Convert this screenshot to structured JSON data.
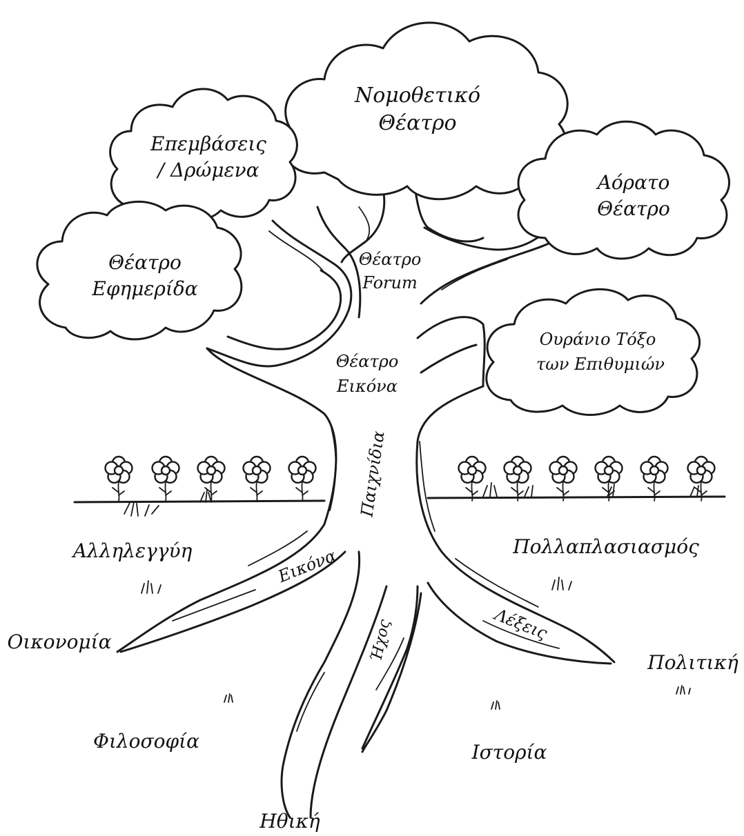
{
  "clouds": {
    "nomothetiko": [
      "Νομοθετικό",
      "Θέατρο"
    ],
    "epemvaseis": [
      "Επεμβάσεις",
      "/ Δρώμενα"
    ],
    "aorato": [
      "Αόρατο",
      "Θέατρο"
    ],
    "efimerida": [
      "Θέατρο",
      "Εφημερίδα"
    ],
    "ouranio": [
      "Ουράνιο Τόξο",
      "των Επιθυμιών"
    ]
  },
  "trunk": {
    "forum": [
      "Θέατρο",
      "Forum"
    ],
    "eikona": [
      "Θέατρο",
      "Εικόνα"
    ],
    "paixnidia": "Παιχνίδια"
  },
  "roots": {
    "eikona": "Εικόνα",
    "ixos": "Ήχος",
    "lexeis": "Λέξεις"
  },
  "ground": {
    "allilegyi": "Αλληλεγγύη",
    "pollaplasiasmos": "Πολλαπλασιασμός",
    "oikonomia": "Οικονομία",
    "politiki": "Πολιτική",
    "filosofia": "Φιλοσοφία",
    "istoria": "Ιστορία",
    "ithiki": "Ηθική"
  },
  "colors": {
    "ink": "#1a1a1a",
    "paper": "#ffffff"
  }
}
